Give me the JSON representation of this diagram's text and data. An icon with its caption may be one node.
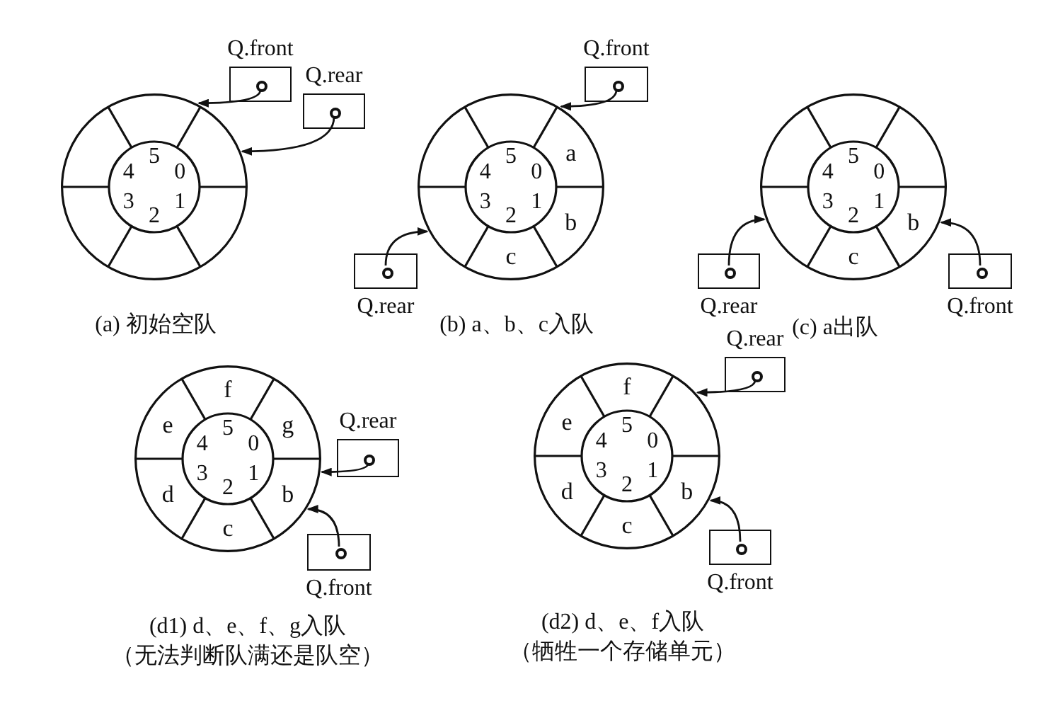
{
  "diagram": {
    "nodes": [
      {
        "text": [
          "0",
          "1",
          "2",
          "3",
          "4",
          "5"
        ]
      },
      {
        "text": [],
        "shape": "box",
        "beside": [
          "Q.front"
        ]
      },
      {
        "text": [],
        "shape": "box",
        "beside": [
          "Q.rear"
        ]
      },
      {
        "text": [
          "0",
          "1",
          "2",
          "3",
          "4",
          "5",
          "a",
          "b",
          "c"
        ]
      },
      {
        "text": [],
        "shape": "box",
        "beside": [
          "Q.front"
        ]
      },
      {
        "text": [],
        "shape": "box",
        "beside": [
          "Q.rear"
        ]
      },
      {
        "text": [
          "0",
          "1",
          "2",
          "3",
          "4",
          "5",
          "b",
          "c"
        ]
      },
      {
        "text": [],
        "shape": "box",
        "beside": [
          "Q.rear"
        ]
      },
      {
        "text": [],
        "shape": "box",
        "beside": [
          "Q.front"
        ]
      },
      {
        "text": [
          "0",
          "1",
          "2",
          "3",
          "4",
          "5",
          "g",
          "b",
          "c",
          "d",
          "e",
          "f"
        ]
      },
      {
        "text": [],
        "shape": "box",
        "beside": [
          "Q.rear"
        ]
      },
      {
        "text": [],
        "shape": "box",
        "beside": [
          "Q.front"
        ]
      },
      {
        "text": [
          "0",
          "1",
          "2",
          "3",
          "4",
          "5",
          "b",
          "c",
          "d",
          "e",
          "f"
        ]
      },
      {
        "text": [],
        "shape": "box",
        "beside": [
          "Q.rear"
        ]
      },
      {
        "text": [],
        "shape": "box",
        "beside": [
          "Q.front"
        ]
      }
    ],
    "edges": [
      {
        "from": 1,
        "to": 0,
        "arrow": "to"
      },
      {
        "from": 2,
        "to": 0,
        "arrow": "to"
      },
      {
        "from": 4,
        "to": 3,
        "arrow": "to"
      },
      {
        "from": 5,
        "to": 3,
        "arrow": "to"
      },
      {
        "from": 7,
        "to": 6,
        "arrow": "to"
      },
      {
        "from": 8,
        "to": 6,
        "arrow": "to"
      },
      {
        "from": 10,
        "to": 9,
        "arrow": "to"
      },
      {
        "from": 11,
        "to": 9,
        "arrow": "to"
      },
      {
        "from": 13,
        "to": 12,
        "arrow": "to"
      },
      {
        "from": 14,
        "to": 12,
        "arrow": "to"
      }
    ],
    "labels": [
      "(a) 初始空队",
      "(b) a、b、c入队",
      "(c) a出队",
      "(d1) d、e、f、g入队",
      "（无法判断队满还是队空）",
      "(d2) d、e、f入队",
      "（牺牲一个存储单元）"
    ]
  }
}
